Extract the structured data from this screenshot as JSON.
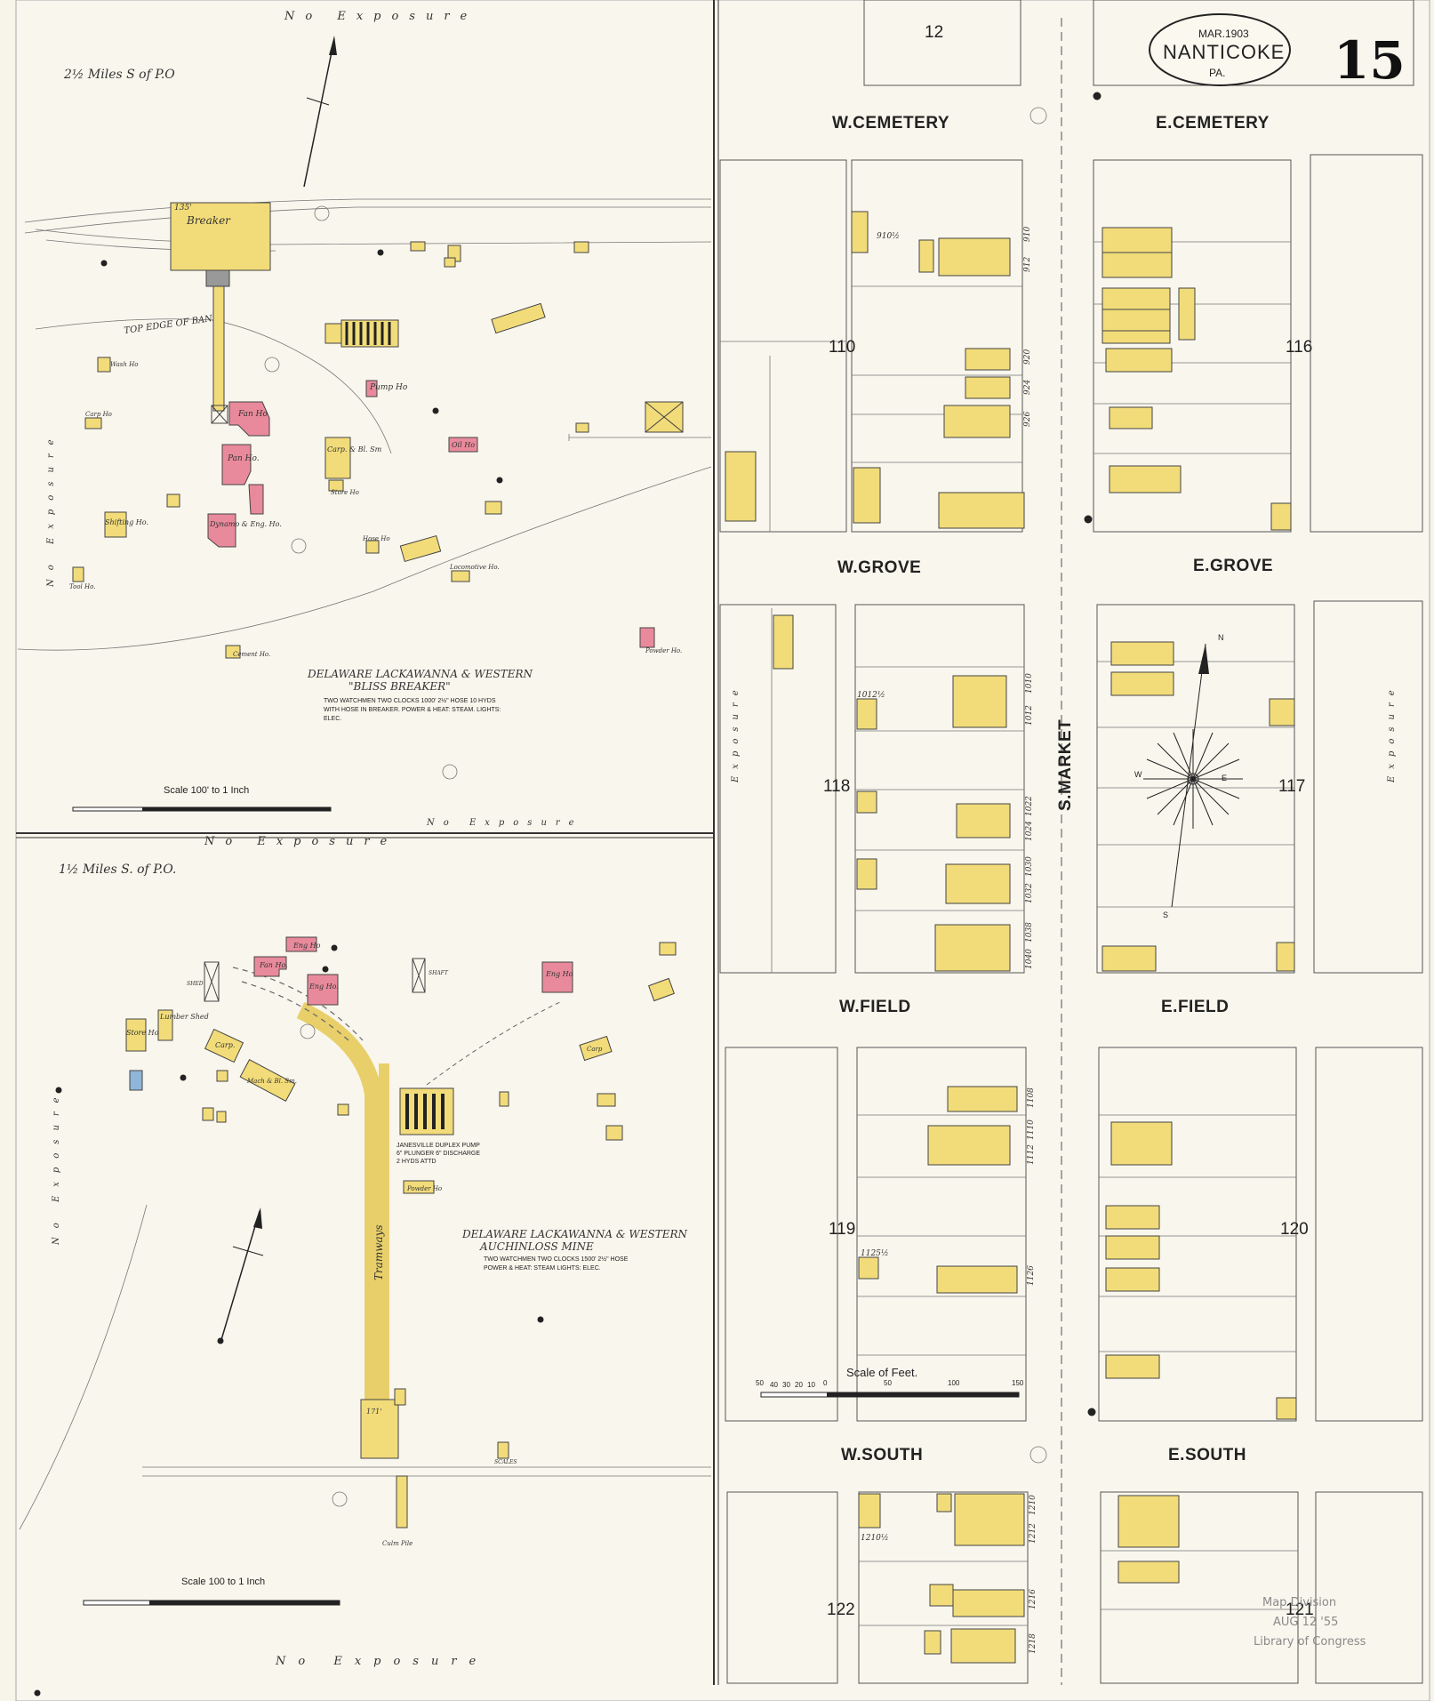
{
  "header": {
    "sheet_number": "15",
    "adjoining_sheet": "12",
    "cartouche_date": "MAR.1903",
    "cartouche_city": "NANTICOKE",
    "cartouche_state": "PA."
  },
  "upper_inset": {
    "distance": "2½ Miles S of P.O",
    "title_line1": "DELAWARE LACKAWANNA & WESTERN",
    "title_line2": "\"BLISS BREAKER\"",
    "notes_line1": "TWO WATCHMEN TWO CLOCKS 1000' 2½\" HOSE 10 HYDS",
    "notes_line2": "WITH HOSE IN BREAKER. POWER & HEAT: STEAM. LIGHTS:",
    "notes_line3": "ELEC.",
    "scale_label": "Scale 100' to 1 Inch",
    "exposure_label": "No Exposure",
    "labels": {
      "breaker": "Breaker",
      "breaker_width": "135'",
      "fan_ho": "Fan Ho",
      "pump_ho": "Pump Ho",
      "oil_ho": "Oil Ho",
      "pan_ho": "Pan Ho.",
      "dynamo": "Dynamo & Eng. Ho.",
      "shifting": "Shifting Ho.",
      "carp": "Carp. & Bl. Sm",
      "store_ho": "Store Ho",
      "hose_ho": "Hose Ho",
      "locomotive": "Locomotive Ho.",
      "cement": "Cement Ho.",
      "powder": "Powder Ho.",
      "wash_ho": "Wash Ho",
      "carp_ho": "Carp Ho",
      "tool_ho": "Tool Ho.",
      "top_edge": "TOP EDGE OF BANK"
    }
  },
  "lower_inset": {
    "distance": "1½ Miles S. of P.O.",
    "title_line1": "DELAWARE LACKAWANNA & WESTERN",
    "title_line2": "AUCHINLOSS MINE",
    "notes_line1": "TWO WATCHMEN TWO CLOCKS 1500' 2½\" HOSE",
    "notes_line2": "POWER & HEAT: STEAM LIGHTS: ELEC.",
    "scale_label": "Scale 100 to 1 Inch",
    "exposure_label": "No Exposure",
    "labels": {
      "fan_ho": "Fan Ho.",
      "eng_ho": "Eng Ho.",
      "eng_ho2": "Eng Ho",
      "store_ho": "Store Ho.",
      "lumber_shed": "Lumber Shed",
      "carp": "Carp.",
      "mach": "Mach & Bl. Sm.",
      "shaft": "SHAFT",
      "shed": "SHED",
      "tramways": "Tramways",
      "pump_line1": "JANESVILLE DUPLEX PUMP",
      "pump_line2": "6\" PLUNGER 6\" DISCHARGE",
      "pump_line3": "2 HYDS ATTD",
      "powder": "Powder Ho",
      "carp2": "Carp",
      "culm_pile": "Culm Pile",
      "scales": "SCALES",
      "height": "171'"
    }
  },
  "city_blocks": {
    "streets": {
      "w_cemetery": "W.CEMETERY",
      "e_cemetery": "E.CEMETERY",
      "w_grove": "W.GROVE",
      "e_grove": "E.GROVE",
      "w_field": "W.FIELD",
      "e_field": "E.FIELD",
      "w_south": "W.SOUTH",
      "e_south": "E.SOUTH",
      "s_market": "S.MARKET"
    },
    "blocks": [
      "110",
      "116",
      "118",
      "117",
      "119",
      "120",
      "122",
      "121"
    ],
    "scale_label": "Scale of Feet.",
    "scale_ticks": [
      "50",
      "40",
      "30",
      "20",
      "10",
      "0",
      "50",
      "100",
      "150"
    ],
    "house_numbers": [
      "910½",
      "910",
      "912",
      "920",
      "924",
      "926",
      "1012½",
      "1010",
      "1012",
      "1022",
      "1024",
      "1030",
      "1032",
      "1038",
      "1040",
      "1108",
      "1110",
      "1112",
      "1125½",
      "1126",
      "1210½",
      "1210",
      "1212",
      "1216",
      "1218"
    ],
    "compass": {
      "n": "N",
      "s": "S",
      "e": "E",
      "w": "W"
    },
    "exposure_label": "Exposure"
  },
  "stamp": {
    "line1": "Map Division",
    "line2": "AUG 12 '55",
    "line3": "Library of Congress"
  }
}
